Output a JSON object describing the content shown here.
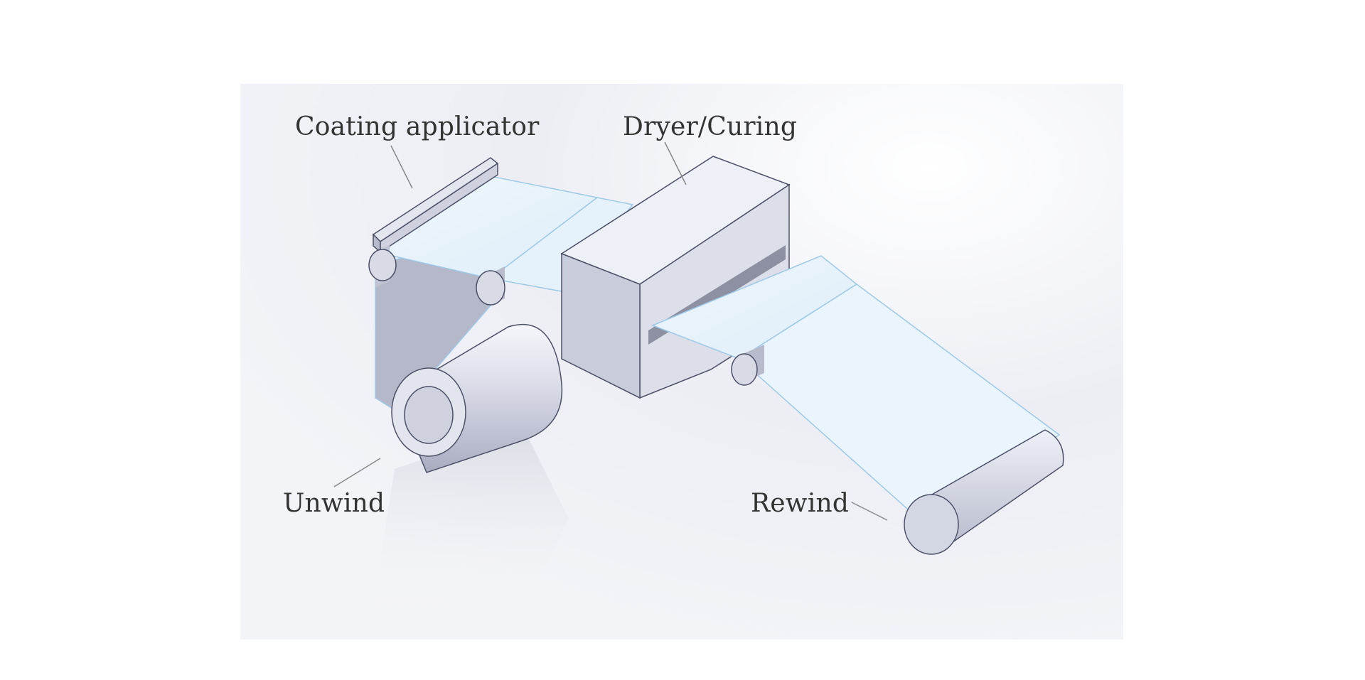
{
  "labels": {
    "coating_applicator": "Coating applicator",
    "dryer_curing": "Dryer/Curing",
    "unwind": "Unwind",
    "rewind": "Rewind"
  },
  "colors": {
    "panel_background": "#eef0f5",
    "web_fill": "#e8f3fb",
    "web_edge": "#9ec9e6",
    "body_light": "#eef0f7",
    "body_mid": "#d6d8e4",
    "body_dark": "#b9bccb",
    "edge": "#4c5066",
    "label_text": "#333333"
  }
}
